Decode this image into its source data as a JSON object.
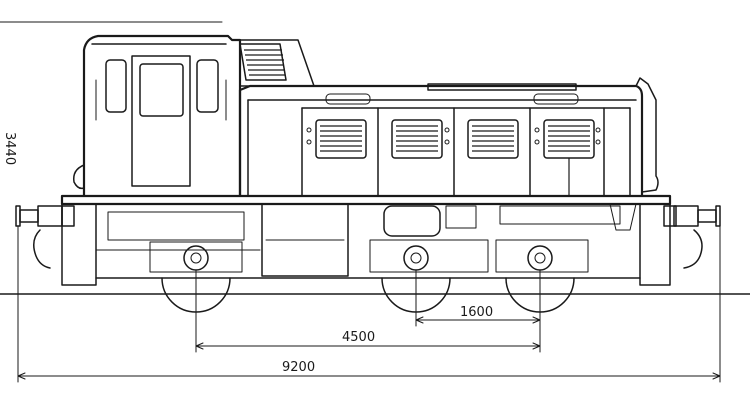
{
  "dimensions": {
    "height": "3440",
    "overall_length": "9200",
    "wheelbase": "4500",
    "bogie_spacing": "1600"
  }
}
